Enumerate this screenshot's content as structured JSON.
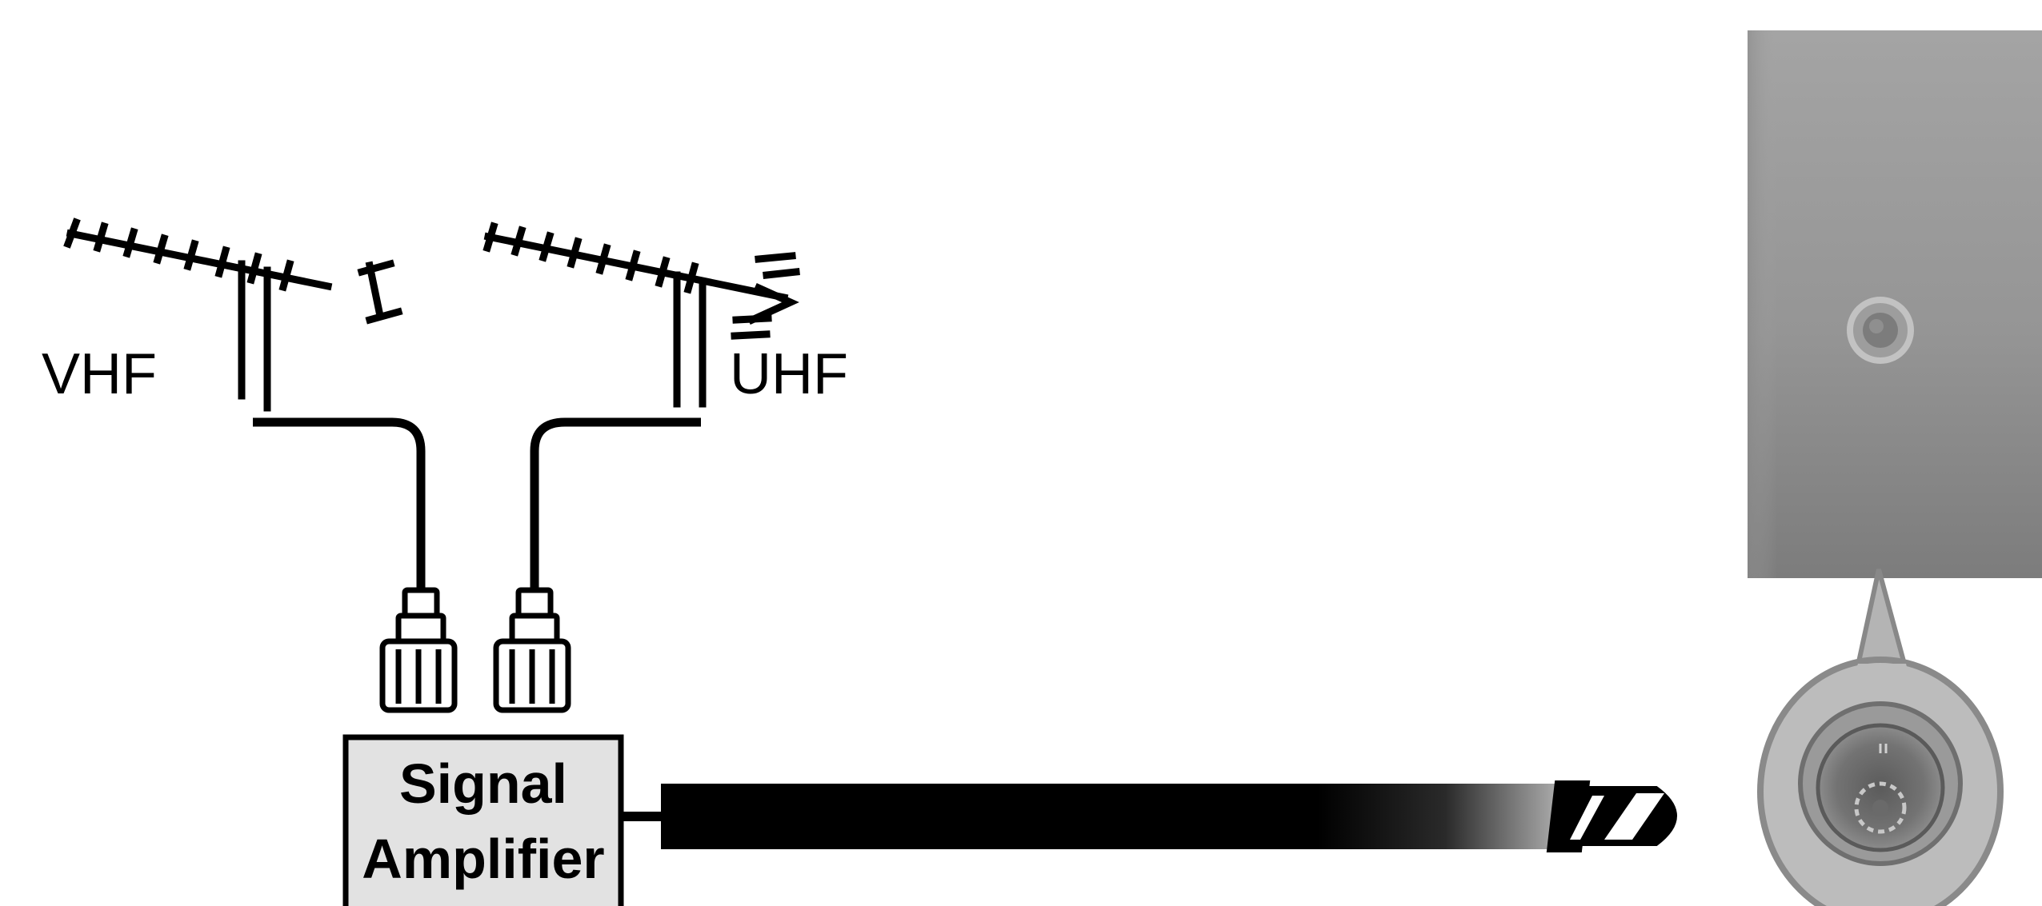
{
  "labels": {
    "vhf": "VHF",
    "uhf": "UHF"
  },
  "amplifier": {
    "line1": "Signal",
    "line2": "Amplifier"
  },
  "icons": {
    "vhf_antenna": "vhf-antenna-icon",
    "uhf_antenna": "uhf-antenna-icon",
    "coax_connector": "coax-connector-icon",
    "tv_panel": "tv-rear-panel-icon",
    "antenna_jack": "antenna-input-jack-icon"
  },
  "colors": {
    "line": "#000000",
    "amplifier_fill": "#e2e2e2",
    "panel_light": "#a2a2a2",
    "panel_dark": "#7e7e7e",
    "callout_fill": "#b9b9b9"
  }
}
